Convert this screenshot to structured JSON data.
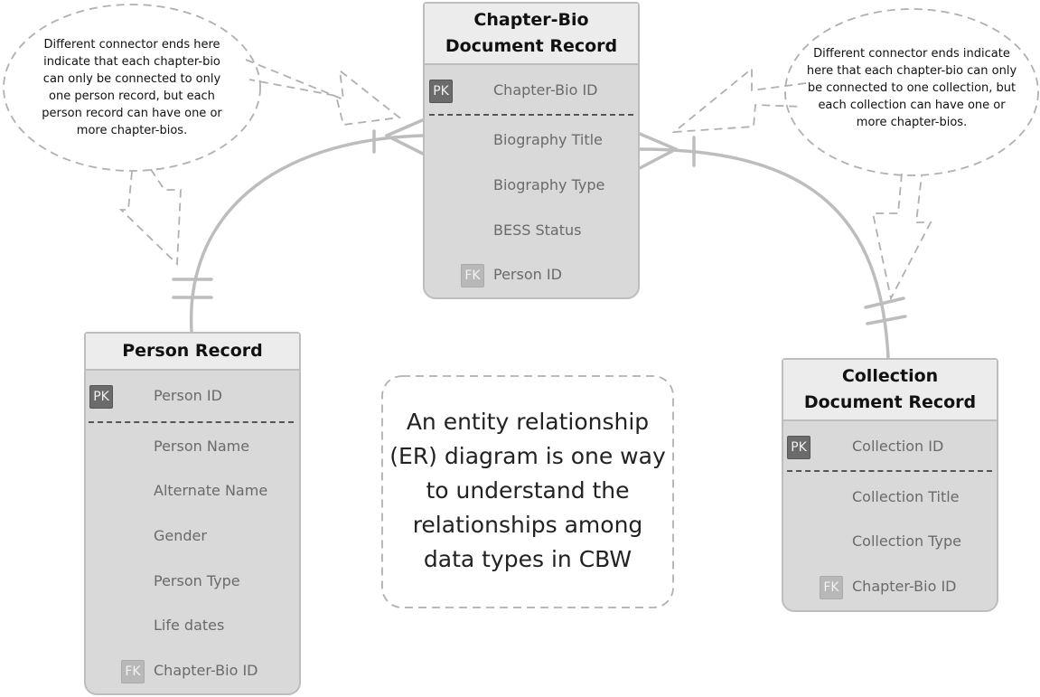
{
  "entities": {
    "chapter_bio": {
      "title": "Chapter-Bio Document Record",
      "pk": {
        "badge": "PK",
        "label": "Chapter-Bio ID"
      },
      "fields": [
        "Biography Title",
        "Biography Type",
        "BESS Status"
      ],
      "fk": {
        "badge": "FK",
        "label": "Person ID"
      }
    },
    "person": {
      "title": "Person Record",
      "pk": {
        "badge": "PK",
        "label": "Person ID"
      },
      "fields": [
        "Person Name",
        "Alternate Name",
        "Gender",
        "Person Type",
        "Life dates"
      ],
      "fk": {
        "badge": "FK",
        "label": "Chapter-Bio ID"
      }
    },
    "collection": {
      "title": "Collection Document Record",
      "pk": {
        "badge": "PK",
        "label": "Collection ID"
      },
      "fields": [
        "Collection Title",
        "Collection Type"
      ],
      "fk": {
        "badge": "FK",
        "label": "Chapter-Bio ID"
      }
    }
  },
  "callouts": {
    "left": "Different connector ends here indicate that each chapter-bio can only be connected to only one person record, but each person record can have one or more chapter-bios.",
    "right": "Different connector ends indicate here that each chapter-bio can only be connected to one collection, but each collection can have one or more chapter-bios."
  },
  "note": "An entity relationship (ER) diagram is one way to understand the relationships among data types in CBW"
}
